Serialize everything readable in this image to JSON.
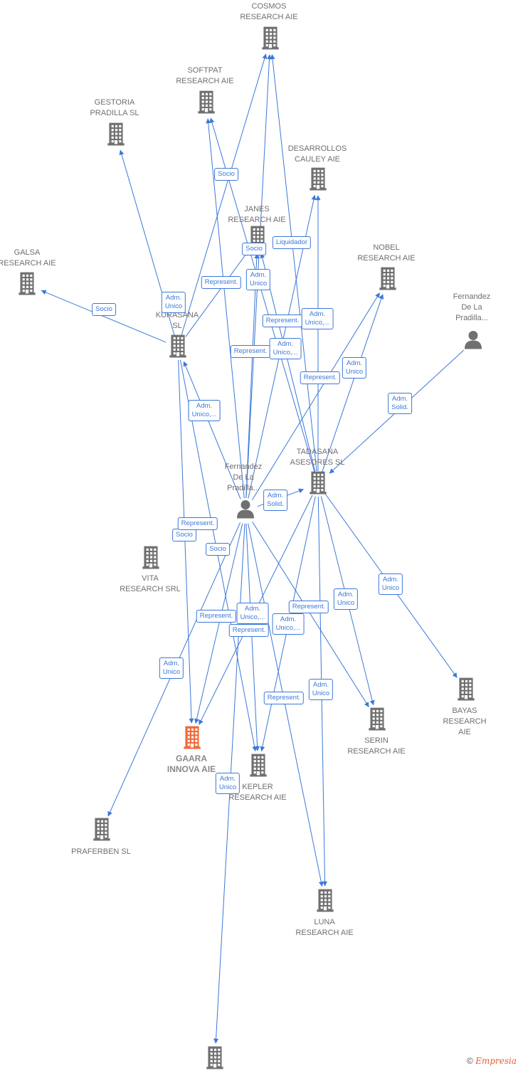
{
  "colors": {
    "edge": "#3b78d8",
    "node": "#707070",
    "focus": "#ef6a3a",
    "label": "#6f6f6f"
  },
  "nodes": [
    {
      "id": "cosmos",
      "label": "COSMOS\nRESEARCH AIE",
      "type": "company"
    },
    {
      "id": "softpat",
      "label": "SOFTPAT\nRESEARCH AIE",
      "type": "company"
    },
    {
      "id": "gestoria",
      "label": "GESTORIA\nPRADILLA SL",
      "type": "company"
    },
    {
      "id": "desarrollos",
      "label": "DESARROLLOS\nCAULEY AIE",
      "type": "company"
    },
    {
      "id": "janes",
      "label": "JANES\nRESEARCH AIE",
      "type": "company"
    },
    {
      "id": "galsa",
      "label": "GALSA\nRESEARCH AIE",
      "type": "company"
    },
    {
      "id": "nobel",
      "label": "NOBEL\nRESEARCH AIE",
      "type": "company"
    },
    {
      "id": "fernandez_right",
      "label": "Fernandez\nDe La\nPradilla...",
      "type": "person"
    },
    {
      "id": "kurasana",
      "label": "KURASANA\nSL",
      "type": "company"
    },
    {
      "id": "tadasana",
      "label": "TADASANA\nASESORES  SL",
      "type": "company"
    },
    {
      "id": "fernandez_center",
      "label": "Fernandez\nDe La\nPradilla...",
      "type": "person"
    },
    {
      "id": "vita",
      "label": "VITA\nRESEARCH SRL",
      "type": "company"
    },
    {
      "id": "bayas",
      "label": "BAYAS\nRESEARCH AIE",
      "type": "company"
    },
    {
      "id": "serin",
      "label": "SERIN\nRESEARCH AIE",
      "type": "company"
    },
    {
      "id": "gaara",
      "label": "GAARA\nINNOVA AIE",
      "type": "focus"
    },
    {
      "id": "kepler",
      "label": "KEPLER\nRESEARCH AIE",
      "type": "company"
    },
    {
      "id": "praferben",
      "label": "PRAFERBEN SL",
      "type": "company"
    },
    {
      "id": "luna",
      "label": "LUNA\nRESEARCH AIE",
      "type": "company"
    },
    {
      "id": "bottom",
      "label": "",
      "type": "company"
    }
  ],
  "edges": [
    {
      "from": "kurasana",
      "to": "galsa",
      "label": "Socio"
    },
    {
      "from": "kurasana",
      "to": "gestoria",
      "label": "Adm.\nUnico"
    },
    {
      "from": "kurasana",
      "to": "cosmos",
      "label": "Socio"
    },
    {
      "from": "kurasana",
      "to": "janes",
      "label": "Represent."
    },
    {
      "from": "kurasana",
      "to": "gaara",
      "label": "Adm.\nUnico,..."
    },
    {
      "from": "kurasana",
      "to": "kepler",
      "label": ""
    },
    {
      "from": "fernandez_center",
      "to": "cosmos",
      "label": ""
    },
    {
      "from": "fernandez_center",
      "to": "softpat",
      "label": ""
    },
    {
      "from": "fernandez_center",
      "to": "desarrollos",
      "label": "Represent."
    },
    {
      "from": "fernandez_center",
      "to": "janes",
      "label": "Adm.\nUnico"
    },
    {
      "from": "fernandez_center",
      "to": "nobel",
      "label": "Represent."
    },
    {
      "from": "fernandez_center",
      "to": "kurasana",
      "label": "Adm.\nUnico,..."
    },
    {
      "from": "fernandez_center",
      "to": "gaara",
      "label": "Socio"
    },
    {
      "from": "fernandez_center",
      "to": "kepler",
      "label": "Adm.\nUnico,..."
    },
    {
      "from": "fernandez_center",
      "to": "serin",
      "label": "Represent."
    },
    {
      "from": "fernandez_center",
      "to": "luna",
      "label": "Adm.\nUnico,..."
    },
    {
      "from": "fernandez_center",
      "to": "bottom",
      "label": "Adm.\nUnico"
    },
    {
      "from": "fernandez_center",
      "to": "praferben",
      "label": "Adm.\nUnico"
    },
    {
      "from": "fernandez_center",
      "to": "tadasana",
      "label": "Adm.\nSolid."
    },
    {
      "from": "tadasana",
      "to": "cosmos",
      "label": ""
    },
    {
      "from": "tadasana",
      "to": "softpat",
      "label": "Socio"
    },
    {
      "from": "tadasana",
      "to": "desarrollos",
      "label": "Adm.\nUnico,..."
    },
    {
      "from": "tadasana",
      "to": "janes",
      "label": "Represent."
    },
    {
      "from": "tadasana",
      "to": "nobel",
      "label": "Adm.\nUnico"
    },
    {
      "from": "tadasana",
      "to": "bayas",
      "label": "Adm.\nUnico"
    },
    {
      "from": "tadasana",
      "to": "serin",
      "label": "Adm.\nUnico"
    },
    {
      "from": "tadasana",
      "to": "luna",
      "label": "Adm.\nUnico"
    },
    {
      "from": "tadasana",
      "to": "kepler",
      "label": "Represent."
    },
    {
      "from": "tadasana",
      "to": "gaara",
      "label": "Represent."
    },
    {
      "from": "fernandez_right",
      "to": "tadasana",
      "label": "Adm.\nSolid."
    }
  ],
  "extra_labels": [
    {
      "label": "Liquidador"
    },
    {
      "label": "Socio"
    },
    {
      "label": "Represent."
    },
    {
      "label": "Represent."
    },
    {
      "label": "Adm.\nUnico,..."
    }
  ],
  "footer": {
    "copyright": "©",
    "brand": "Empresia"
  }
}
